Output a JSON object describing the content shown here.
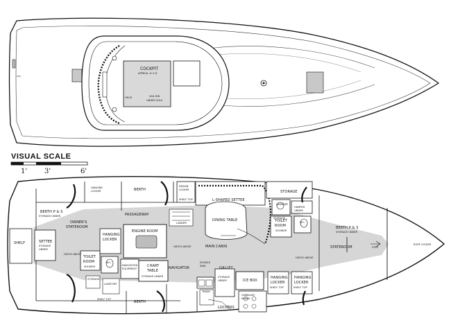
{
  "scale": {
    "title": "VISUAL SCALE",
    "ticks": [
      "1'",
      "3'",
      "6'"
    ]
  },
  "deck": {
    "cockpit": "COCKPIT",
    "cockpit_size": "APPROX. 6' X 6'",
    "helm": "HELM",
    "sail_bin": "SAIL BIN",
    "under_sole": "UNDER SOLE"
  },
  "interior": {
    "berth_top": "BERTH",
    "hanging_locker_top": [
      "HANGING",
      "LOCKER"
    ],
    "deskin_locker": [
      "DESKIN",
      "LOCKER"
    ],
    "shelf_top_1": "SHELF TOP",
    "l_shaped_settee": "L-SHAPED SETTEE",
    "storage_top": "STORAGE",
    "dining_table": "DINING TABLE",
    "laundry": "LAUNDRY",
    "hamper_under": [
      "HAMPER",
      "UNDER"
    ],
    "berth_ps_left": "BERTH P & S",
    "storage_under_left": "STORAGE UNDER",
    "owners_stateroom": [
      "OWNER'S",
      "STATEROOM"
    ],
    "passageway": "PASSAGEWAY",
    "ladder": "LADDER",
    "toilet_room_right": [
      "TOILET",
      "ROOM"
    ],
    "shower": "SHOWER",
    "storage_right": "STORAGE",
    "wc_right": "W.C.",
    "berth_ps_right": "BERTH P & S",
    "storage_under_right": "STORAGE UNDER",
    "shelf": "SHELF",
    "settee": "SETTEE",
    "storage_under_settee": [
      "STORAGE",
      "UNDER"
    ],
    "hanging_locker_mid": [
      "HANGING",
      "LOCKER"
    ],
    "engine_room": "ENGINE ROOM",
    "hatch_above_1": "HATCH ABOVE",
    "main_cabin": "MAIN CABIN",
    "stateroom": "STATEROOM",
    "step": "STEP",
    "rope_locker": "ROPE LOCKER",
    "hatch_above_2": "HATCH ABOVE",
    "hatch_above_3": "HATCH ABOVE",
    "toilet_room_left": [
      "TOILET",
      "ROOM"
    ],
    "shower_left": "SHOWER",
    "wc_left": "W.C.",
    "navigation_equipment": [
      "NAVIGATION",
      "EQUIPMENT"
    ],
    "chart_table": [
      "CHART",
      "TABLE"
    ],
    "storage_under_chart": "STORAGE UNDER",
    "navigator": "NAVIGATOR",
    "double_sink": [
      "DOUBLE",
      "SINK"
    ],
    "galley": "GALLEY",
    "storage_under_galley": [
      "STORAGE",
      "UNDER"
    ],
    "ice_box": "ICE BOX",
    "gimbaled_range": [
      "GIMBALED",
      "RANGE"
    ],
    "hanging_locker_b1": [
      "HANGING",
      "LOCKER"
    ],
    "shelf_top_b1": "SHELF TOP",
    "hanging_locker_b2": [
      "HANGING",
      "LOCKER"
    ],
    "shelf_top_b2": "SHELF TOP",
    "storage_bottom": "STORAGE",
    "lavatory": "LAVATORY",
    "trash": "TRASH",
    "shelf_top_bottom": "SHELF TOP",
    "berth_bottom": "BERTH",
    "lockers": "LOCKERS"
  }
}
